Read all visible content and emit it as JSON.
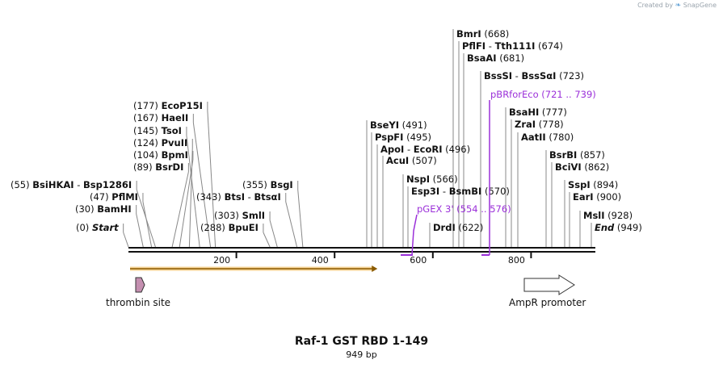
{
  "app": {
    "credit_prefix": "Created by",
    "credit_brand": "SnapGene"
  },
  "map": {
    "title": "Raf-1 GST RBD 1-149",
    "length_label": "949 bp",
    "length": 949,
    "ticks": [
      200,
      400,
      600,
      800
    ]
  },
  "sites": [
    {
      "name": "BmrI",
      "pos": "(668)",
      "bp": 668
    },
    {
      "name": "PflFI",
      "name2": "Tth111I",
      "pos": "(674)",
      "bp": 674
    },
    {
      "name": "BsaAI",
      "pos": "(681)",
      "bp": 681
    },
    {
      "name": "BssSI",
      "name2": "BssSαI",
      "pos": "(723)",
      "bp": 723
    },
    {
      "name": "BsaHI",
      "pos": "(777)",
      "bp": 777
    },
    {
      "name": "ZraI",
      "pos": "(778)",
      "bp": 778
    },
    {
      "name": "AatII",
      "pos": "(780)",
      "bp": 780
    },
    {
      "name": "BsrBI",
      "pos": "(857)",
      "bp": 857
    },
    {
      "name": "BciVI",
      "pos": "(862)",
      "bp": 862
    },
    {
      "name": "SspI",
      "pos": "(894)",
      "bp": 894
    },
    {
      "name": "EarI",
      "pos": "(900)",
      "bp": 900
    },
    {
      "name": "MslI",
      "pos": "(928)",
      "bp": 928
    },
    {
      "name": "End",
      "pos": "(949)",
      "bp": 949,
      "italic": true
    },
    {
      "name": "BseYI",
      "pos": "(491)",
      "bp": 491
    },
    {
      "name": "PspFI",
      "pos": "(495)",
      "bp": 495
    },
    {
      "name": "ApoI",
      "name2": "EcoRI",
      "pos": "(496)",
      "bp": 496
    },
    {
      "name": "AcuI",
      "pos": "(507)",
      "bp": 507
    },
    {
      "name": "NspI",
      "pos": "(566)",
      "bp": 566
    },
    {
      "name": "Esp3I",
      "name2": "BsmBI",
      "pos": "(570)",
      "bp": 570
    },
    {
      "name": "DrdI",
      "pos": "(622)",
      "bp": 622
    },
    {
      "name": "EcoP15I",
      "pos": "(177)",
      "bp": 177
    },
    {
      "name": "HaeII",
      "pos": "(167)",
      "bp": 167
    },
    {
      "name": "TsoI",
      "pos": "(145)",
      "bp": 145
    },
    {
      "name": "PvuII",
      "pos": "(124)",
      "bp": 124
    },
    {
      "name": "BpmI",
      "pos": "(104)",
      "bp": 104
    },
    {
      "name": "BsrDI",
      "pos": "(89)",
      "bp": 89
    },
    {
      "name": "BsiHKAI",
      "name2": "Bsp1286I",
      "pos": "(55)",
      "bp": 55
    },
    {
      "name": "PflMI",
      "pos": "(47)",
      "bp": 47
    },
    {
      "name": "BamHI",
      "pos": "(30)",
      "bp": 30
    },
    {
      "name": "Start",
      "pos": "(0)",
      "bp": 0,
      "italic": true
    },
    {
      "name": "BsgI",
      "pos": "(355)",
      "bp": 355
    },
    {
      "name": "BtsI",
      "name2": "BtsαI",
      "pos": "(343)",
      "bp": 343
    },
    {
      "name": "SmlI",
      "pos": "(303)",
      "bp": 303
    },
    {
      "name": "BpuEI",
      "pos": "(288)",
      "bp": 288
    }
  ],
  "primers": [
    {
      "name": "pBRforEco",
      "range": "(721 .. 739)",
      "start": 721,
      "end": 739,
      "dir": "forward",
      "color": "#9b30d9"
    },
    {
      "name": "pGEX 3'",
      "range": "(554 .. 576)",
      "start": 554,
      "end": 576,
      "dir": "reverse",
      "color": "#9b30d9"
    }
  ],
  "features": [
    {
      "name": "thrombin site",
      "type": "thrombin",
      "color": "#c48fb0"
    },
    {
      "name": "AmpR promoter",
      "type": "promoter",
      "color": "#ffffff"
    },
    {
      "name": "orf",
      "type": "orf",
      "start": 0,
      "end": 507,
      "color": "#f0b040"
    }
  ],
  "colors": {
    "primer": "#9b30d9",
    "orf": "#f0b040",
    "backbone": "#111111"
  }
}
